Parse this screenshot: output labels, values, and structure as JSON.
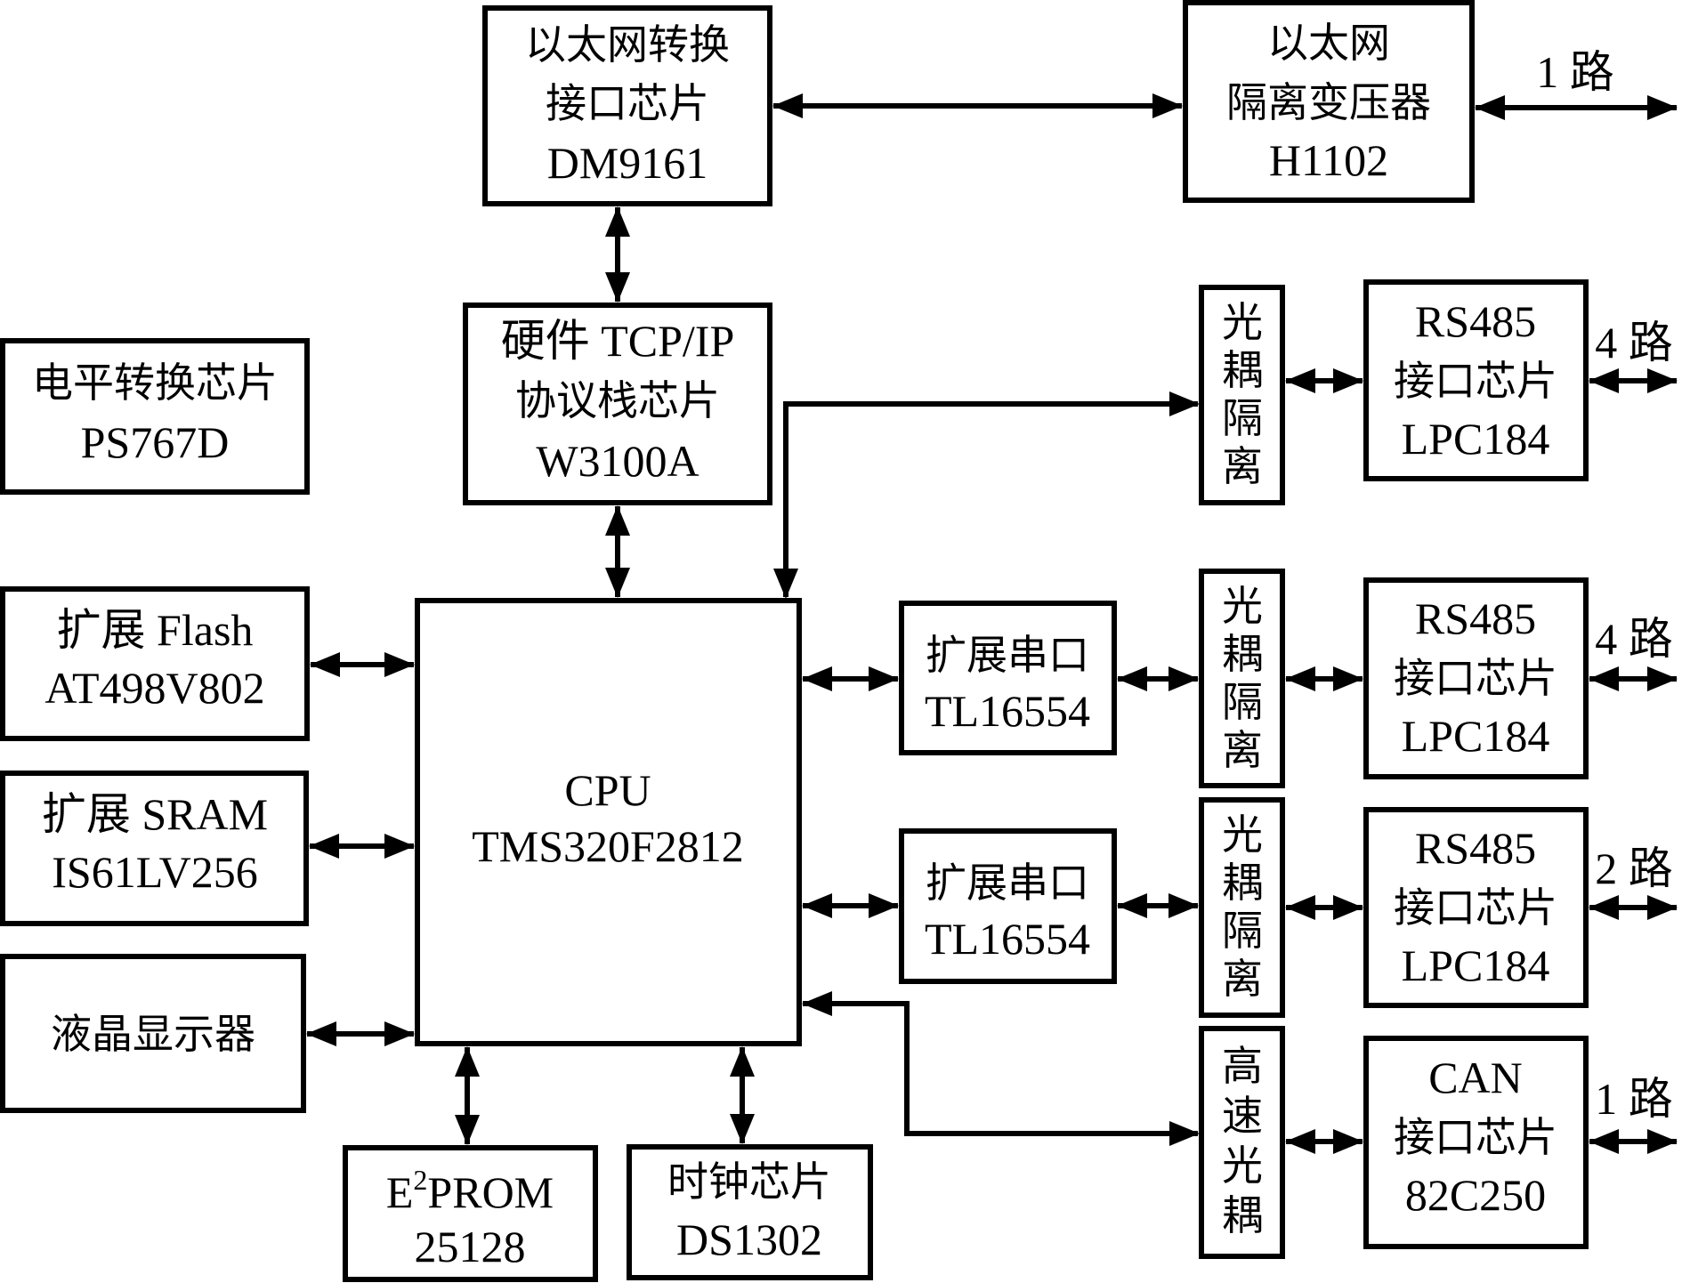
{
  "diagram": {
    "colors": {
      "stroke": "#000000",
      "background": "#ffffff"
    },
    "blocks": {
      "eth_phy": {
        "lines": [
          "以太网转换",
          "接口芯片",
          "DM9161"
        ]
      },
      "eth_transformer": {
        "lines": [
          "以太网",
          "隔离变压器",
          "H1102"
        ]
      },
      "tcpip": {
        "lines": [
          "硬件 TCP/IP",
          "协议栈芯片",
          "W3100A"
        ]
      },
      "level_shift": {
        "lines": [
          "电平转换芯片",
          "PS767D"
        ]
      },
      "flash": {
        "lines": [
          "扩展 Flash",
          "AT498V802"
        ]
      },
      "sram": {
        "lines": [
          "扩展 SRAM",
          "IS61LV256"
        ]
      },
      "lcd": {
        "lines": [
          "液晶显示器"
        ]
      },
      "cpu": {
        "lines": [
          "CPU",
          "TMS320F2812"
        ]
      },
      "eeprom": {
        "base": "E",
        "sup": "2",
        "rest": "PROM",
        "line2": "25128"
      },
      "clock": {
        "lines": [
          "时钟芯片",
          "DS1302"
        ]
      },
      "uart1": {
        "lines": [
          "扩展串口",
          "TL16554"
        ]
      },
      "uart2": {
        "lines": [
          "扩展串口",
          "TL16554"
        ]
      },
      "opto1": {
        "chars": [
          "光",
          "耦",
          "隔",
          "离"
        ]
      },
      "opto2": {
        "chars": [
          "光",
          "耦",
          "隔",
          "离"
        ]
      },
      "opto3": {
        "chars": [
          "光",
          "耦",
          "隔",
          "离"
        ]
      },
      "opto4": {
        "chars": [
          "高",
          "速",
          "光",
          "耦"
        ]
      },
      "rs485_1": {
        "lines": [
          "RS485",
          "接口芯片",
          "LPC184"
        ]
      },
      "rs485_2": {
        "lines": [
          "RS485",
          "接口芯片",
          "LPC184"
        ]
      },
      "rs485_3": {
        "lines": [
          "RS485",
          "接口芯片",
          "LPC184"
        ]
      },
      "can": {
        "lines": [
          "CAN",
          "接口芯片",
          "82C250"
        ]
      }
    },
    "channel_labels": {
      "eth": "1 路",
      "rs485_1": "4 路",
      "rs485_2": "4 路",
      "rs485_3": "2 路",
      "can": "1 路"
    }
  }
}
